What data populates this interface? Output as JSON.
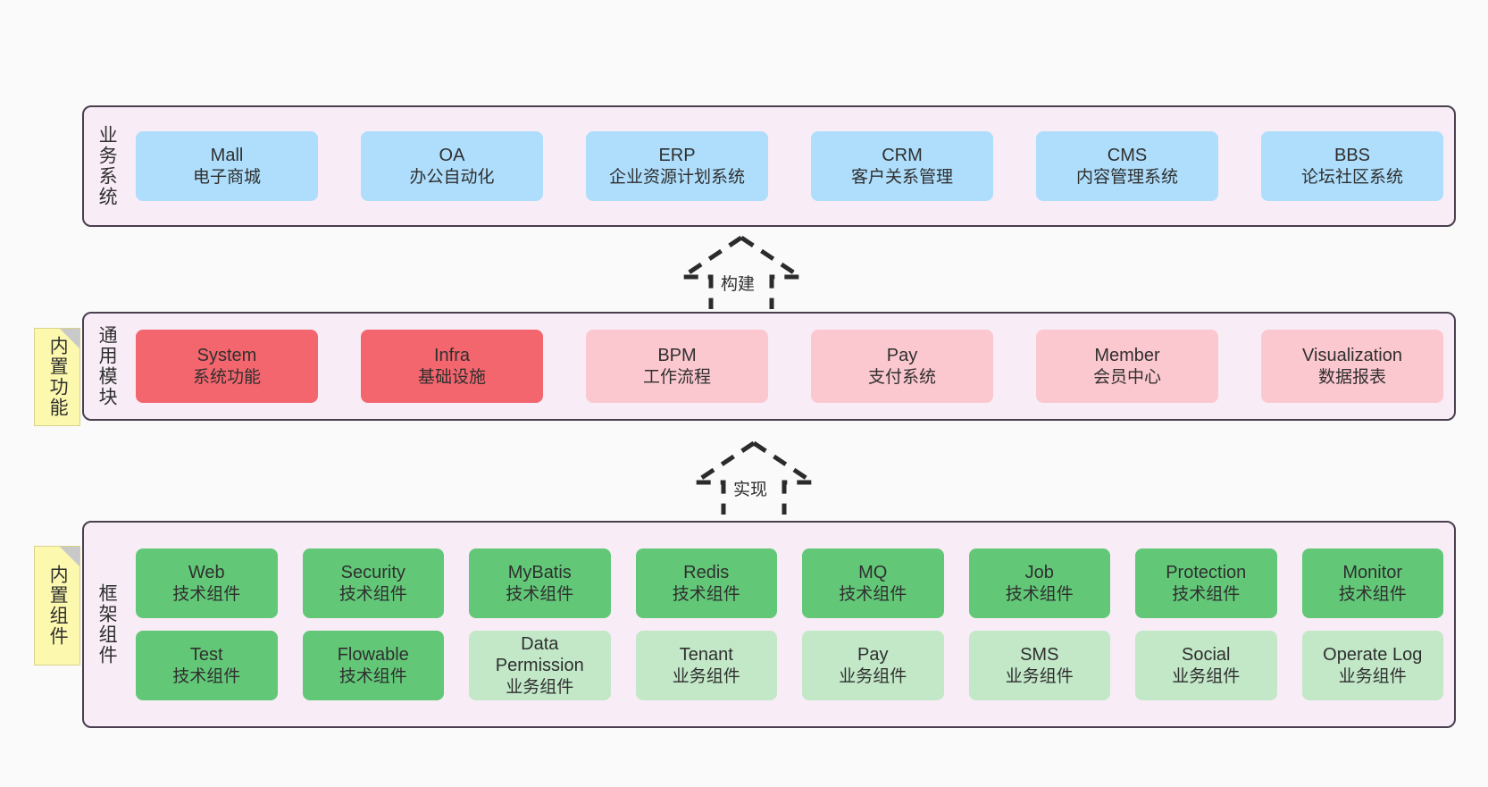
{
  "diagram": {
    "background_color": "#fafafa",
    "layer_bg_color": "#f8ecf6",
    "layer_border_color": "#4a3f4f",
    "note_color": "#fcf8ae",
    "colors": {
      "blue": "#aedefc",
      "red": "#f4666e",
      "pink": "#fcc8cf",
      "green": "#62c878",
      "light_green": "#c2e8c8"
    }
  },
  "layers": [
    {
      "id": "business",
      "title": "业务系统",
      "rows": [
        {
          "cards": [
            {
              "name": "Mall",
              "subtitle": "电子商城",
              "color": "blue"
            },
            {
              "name": "OA",
              "subtitle": "办公自动化",
              "color": "blue"
            },
            {
              "name": "ERP",
              "subtitle": "企业资源计划系统",
              "color": "blue"
            },
            {
              "name": "CRM",
              "subtitle": "客户关系管理",
              "color": "blue"
            },
            {
              "name": "CMS",
              "subtitle": "内容管理系统",
              "color": "blue"
            },
            {
              "name": "BBS",
              "subtitle": "论坛社区系统",
              "color": "blue"
            }
          ]
        }
      ]
    },
    {
      "id": "common",
      "title": "通用模块",
      "note": "内置功能",
      "rows": [
        {
          "cards": [
            {
              "name": "System",
              "subtitle": "系统功能",
              "color": "red"
            },
            {
              "name": "Infra",
              "subtitle": "基础设施",
              "color": "red"
            },
            {
              "name": "BPM",
              "subtitle": "工作流程",
              "color": "pink"
            },
            {
              "name": "Pay",
              "subtitle": "支付系统",
              "color": "pink"
            },
            {
              "name": "Member",
              "subtitle": "会员中心",
              "color": "pink"
            },
            {
              "name": "Visualization",
              "subtitle": "数据报表",
              "color": "pink"
            }
          ]
        }
      ]
    },
    {
      "id": "framework",
      "title": "框架组件",
      "note": "内置组件",
      "rows": [
        {
          "cards": [
            {
              "name": "Web",
              "subtitle": "技术组件",
              "color": "green"
            },
            {
              "name": "Security",
              "subtitle": "技术组件",
              "color": "green"
            },
            {
              "name": "MyBatis",
              "subtitle": "技术组件",
              "color": "green"
            },
            {
              "name": "Redis",
              "subtitle": "技术组件",
              "color": "green"
            },
            {
              "name": "MQ",
              "subtitle": "技术组件",
              "color": "green"
            },
            {
              "name": "Job",
              "subtitle": "技术组件",
              "color": "green"
            },
            {
              "name": "Protection",
              "subtitle": "技术组件",
              "color": "green"
            },
            {
              "name": "Monitor",
              "subtitle": "技术组件",
              "color": "green"
            }
          ]
        },
        {
          "cards": [
            {
              "name": "Test",
              "subtitle": "技术组件",
              "color": "green"
            },
            {
              "name": "Flowable",
              "subtitle": "技术组件",
              "color": "green"
            },
            {
              "name": "Data Permission",
              "subtitle": "业务组件",
              "color": "light_green"
            },
            {
              "name": "Tenant",
              "subtitle": "业务组件",
              "color": "light_green"
            },
            {
              "name": "Pay",
              "subtitle": "业务组件",
              "color": "light_green"
            },
            {
              "name": "SMS",
              "subtitle": "业务组件",
              "color": "light_green"
            },
            {
              "name": "Social",
              "subtitle": "业务组件",
              "color": "light_green"
            },
            {
              "name": "Operate Log",
              "subtitle": "业务组件",
              "color": "light_green"
            }
          ]
        }
      ]
    }
  ],
  "arrows": [
    {
      "id": "build",
      "label": "构建",
      "style": "dashed-generalization",
      "direction": "up"
    },
    {
      "id": "implement",
      "label": "实现",
      "style": "dashed-generalization",
      "direction": "up"
    }
  ]
}
